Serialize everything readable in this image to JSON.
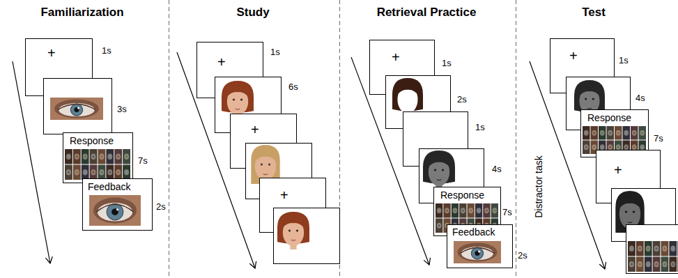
{
  "diagram": {
    "nodes": [
      {
        "text": [
          "+"
        ]
      },
      {
        "text": [
          "Response"
        ]
      },
      {
        "text": [
          "Feedback"
        ]
      },
      {
        "text": [
          "+"
        ]
      },
      {
        "text": [
          "+"
        ]
      },
      {
        "text": [
          "+"
        ]
      },
      {
        "text": [
          "+"
        ]
      },
      {
        "text": [
          "Response"
        ]
      },
      {
        "text": [
          "Feedback"
        ]
      },
      {
        "text": [
          "+"
        ]
      },
      {
        "text": [
          "Response"
        ]
      },
      {
        "text": [
          "+"
        ]
      }
    ],
    "labels": [
      "Familiarization",
      "1s",
      "3s",
      "7s",
      "2s",
      "Study",
      "1s",
      "6s",
      "Retrieval Practice",
      "1s",
      "2s",
      "1s",
      "4s",
      "7s",
      "2s",
      "Test",
      "Distractor task",
      "1s",
      "4s",
      "7s"
    ]
  }
}
